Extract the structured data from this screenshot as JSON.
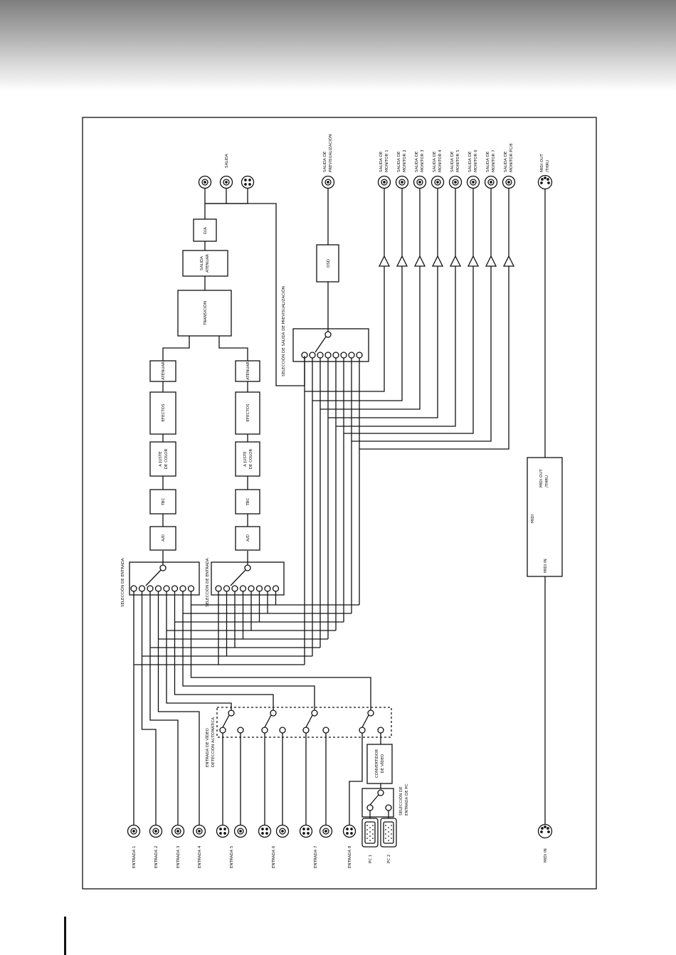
{
  "labels": {
    "seleccion_entrada_1": "SELECCIÓN DE ENTRADA",
    "seleccion_entrada_2": "SELECCIÓN DE ENTRADA",
    "ad_1": "A/D",
    "ad_2": "A/D",
    "tbc_1": "TBC",
    "tbc_2": "TBC",
    "ajuste_1a": "A JUSTE",
    "ajuste_1b": "DE COLOR",
    "ajuste_2a": "A JUSTE",
    "ajuste_2b": "DE COLOR",
    "efectos_1": "EFECTOS",
    "efectos_2": "EFECTOS",
    "atenuar_1": "ATENUAR",
    "atenuar_2": "ATENUAR",
    "transicion": "TRANSICIÓN",
    "salida_atenuar_a": "SALIDA",
    "salida_atenuar_b": "ATENUAR",
    "da": "D/A",
    "salida": "SALIDA",
    "seleccion_previsualizacion": "SELECCIÓN DE SALIDA DE PREVISUALIZACIÓN",
    "osd": "OSD",
    "salida_prev_a": "SALIDA DE",
    "salida_prev_b": "PREVISUALIZACIÓN",
    "monitors": [
      [
        "SALIDA DE",
        "MONITOR 1"
      ],
      [
        "SALIDA DE",
        "MONITOR 2"
      ],
      [
        "SALIDA DE",
        "MONITOR 3"
      ],
      [
        "SALIDA DE",
        "MONITOR 4"
      ],
      [
        "SALIDA DE",
        "MONITOR 5"
      ],
      [
        "SALIDA DE",
        "MONITOR 6"
      ],
      [
        "SALIDA DE",
        "MONITOR 7"
      ],
      [
        "SALIDA DE",
        "MONITOR PC/8"
      ]
    ],
    "midi_out_thru_a": "MIDI OUT",
    "midi_out_thru_b": "/THRU",
    "midi": "MIDI",
    "midi_in_box": "MIDI IN",
    "midi_out_box_a": "MIDI OUT",
    "midi_out_box_b": "/THRU",
    "midi_in": "MIDI IN",
    "entradas": [
      "ENTRADA 1",
      "ENTRADA 2",
      "ENTRADA 3",
      "ENTRADA 4",
      "ENTRADA 5",
      "ENTRADA 6",
      "ENTRADA 7",
      "ENTRADA 8"
    ],
    "pc1": "PC 1",
    "pc2": "PC 2",
    "auto_a": "ENTRADA DE VÍDEO",
    "auto_b": "DETECCIÓN AUTOMÁTICA",
    "convertidor_a": "CONVERTIDOR",
    "convertidor_b": "DE VÍDEO",
    "seleccion_pc_a": "SELECCIÓN DE",
    "seleccion_pc_b": "ENTRADA DE PC"
  },
  "colors": {
    "ink": "#111111"
  }
}
